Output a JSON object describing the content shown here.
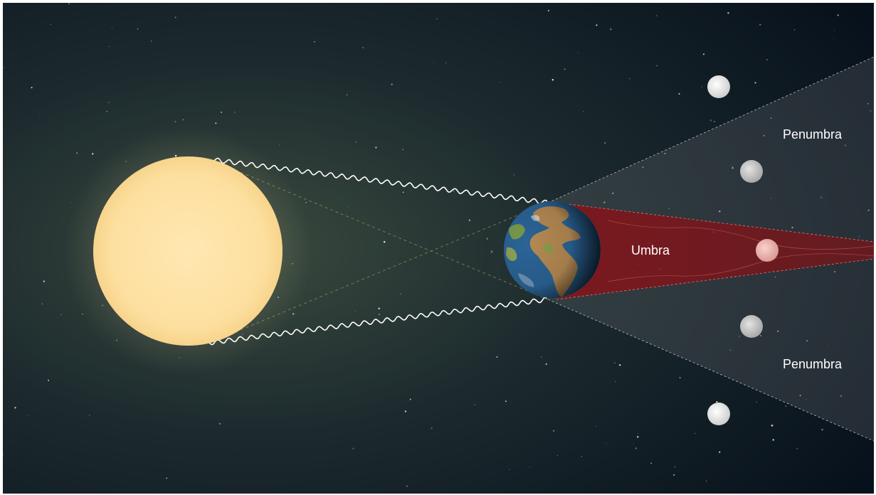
{
  "labels": {
    "penumbra_top": "Penumbra",
    "umbra": "Umbra",
    "penumbra_bottom": "Penumbra"
  },
  "colors": {
    "space_center": "#2f3a34",
    "space_edge": "#0a1420",
    "sun": "#fde3a6",
    "umbra": "#8a1218",
    "penumbra": "#5a5e62",
    "moon": "#e9e9e9",
    "moon_eclipsed": "#f0b5b0",
    "earth_ocean": "#2b6496",
    "earth_land": "#b48a52"
  },
  "icons": {
    "sun": "sun-icon",
    "earth": "earth-icon",
    "moon": "moon-icon"
  }
}
